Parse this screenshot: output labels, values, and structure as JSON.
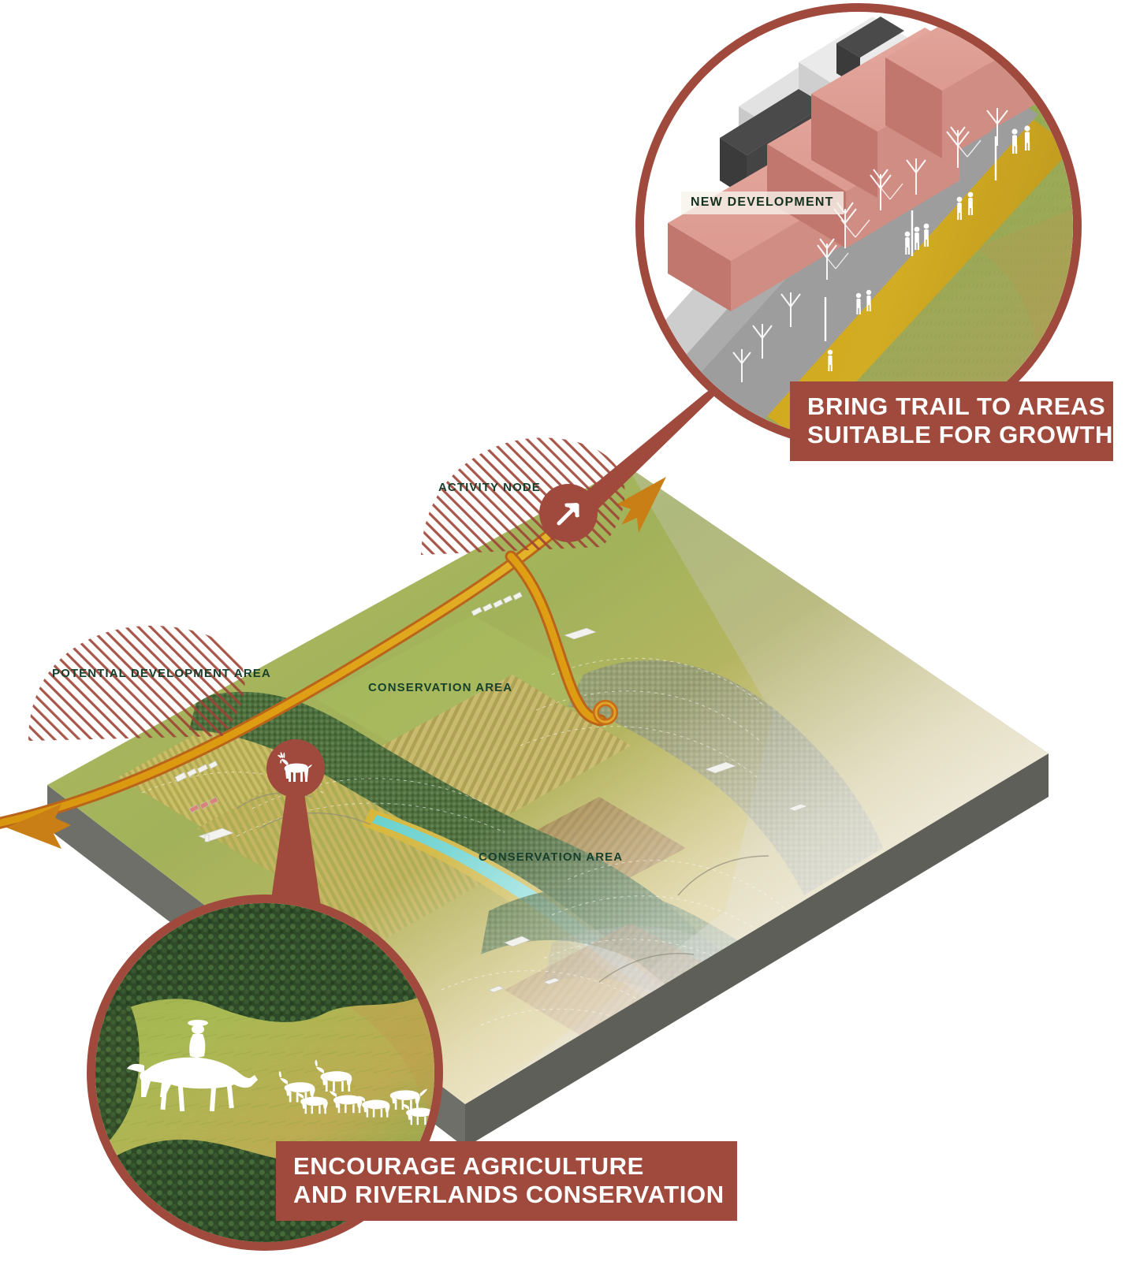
{
  "figure": {
    "type": "isometric-landscape-diagram",
    "title_visible": false
  },
  "colors": {
    "banner_red": "#a04a3d",
    "callout_ring_red": "#a04a3d",
    "label_green": "#16402c",
    "trail_orange": "#d78a16",
    "trail_orange_dark": "#c2621c",
    "base_block_gray": "#6f6f69",
    "building_pink": "#dd9a92",
    "building_pink_dark": "#c07168",
    "road_gray": "#9e9e9e",
    "meadow_green": "#8fae4e",
    "river_teal": "#6fd3d1",
    "hatch_red": "#9d4436"
  },
  "callouts": [
    {
      "id": "growth",
      "position": "top-right",
      "inset_label": "NEW DEVELOPMENT",
      "banner_lines": [
        "BRING TRAIL TO AREAS",
        "SUITABLE FOR GROWTH"
      ],
      "scene_description": "isometric new development buildings beside a street and a trail with trees and pedestrians"
    },
    {
      "id": "agriculture",
      "position": "bottom-left",
      "banner_lines": [
        "ENCOURAGE AGRICULTURE",
        "AND RIVERLANDS CONSERVATION"
      ],
      "scene_description": "aerial meadow with horse rider and herd of goats surrounded by conifer forest"
    }
  ],
  "map_labels": [
    {
      "id": "activity-node",
      "text": "ACTIVITY NODE"
    },
    {
      "id": "potential-development-area",
      "text": "POTENTIAL DEVELOPMENT AREA"
    },
    {
      "id": "conservation-area-north",
      "text": "CONSERVATION AREA"
    },
    {
      "id": "conservation-area-south",
      "text": "CONSERVATION AREA"
    }
  ],
  "map_pins": [
    {
      "id": "activity-node-pin",
      "icon": "arrow-up-right-icon"
    },
    {
      "id": "agriculture-pin",
      "icon": "goat-icon"
    }
  ],
  "legend_hatch": {
    "potential_development": "diagonal red hatch wedge",
    "activity_node": "diagonal red hatch wedge"
  },
  "trail": {
    "name": "regional trail",
    "direction_arrow_ne": "arrow-northeast-icon",
    "direction_arrow_sw": "arrow-southwest-icon",
    "terminus_marker": "ring-node-icon"
  }
}
